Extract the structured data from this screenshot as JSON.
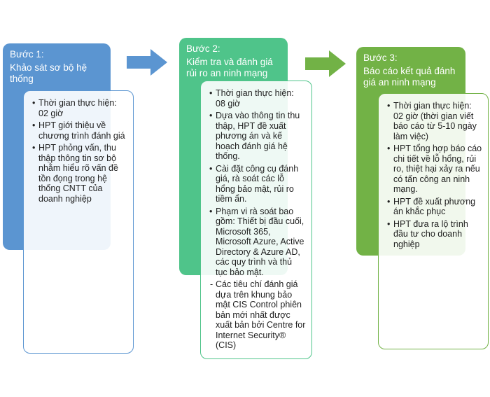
{
  "colors": {
    "step1": "#5b95d1",
    "step2": "#4fc48a",
    "step3": "#72b246",
    "arrow1": "#5b95d1",
    "arrow2": "#72b246"
  },
  "steps": [
    {
      "title": "Bước 1:",
      "subtitle": "Khảo sát sơ bộ hệ thống",
      "items": [
        {
          "text": "Thời gian thực hiện: 02 giờ",
          "dash": false
        },
        {
          "text": "HPT giới thiệu về chương trình đánh giá",
          "dash": false
        },
        {
          "text": "HPT phỏng vấn, thu thập thông tin sơ bộ nhằm hiểu rõ vấn đề tồn đọng trong hệ thống CNTT của doanh nghiệp",
          "dash": false
        }
      ]
    },
    {
      "title": "Bước 2:",
      "subtitle": "Kiểm tra và đánh giá rủi ro an ninh mạng",
      "items": [
        {
          "text": "Thời gian thực hiện: 08 giờ",
          "dash": false
        },
        {
          "text": "Dựa vào thông tin thu thập, HPT đề xuất phương án và kế hoạch đánh giá hệ thống.",
          "dash": false
        },
        {
          "text": "Cài đặt công cụ đánh giá, rà soát các lỗ hổng bảo mật, rủi ro tiềm ẩn.",
          "dash": false
        },
        {
          "text": "Phạm vi rà soát bao gồm: Thiết bị đầu cuối, Microsoft 365, Microsoft Azure, Active Directory & Azure AD, các quy trình và thủ tục bảo mật.",
          "dash": false
        },
        {
          "text": "Các tiêu chí đánh giá dựa trên khung bảo mật CIS Control phiên bản mới nhất được xuất bản bởi Centre for Internet Security® (CIS)",
          "dash": true
        }
      ]
    },
    {
      "title": "Bước 3:",
      "subtitle": "Báo cáo kết quả đánh giá an ninh mạng",
      "items": [
        {
          "text": "Thời gian thực hiện: 02 giờ (thời gian viết báo cáo từ 5-10 ngày làm việc)",
          "dash": false
        },
        {
          "text": "HPT tổng hợp báo cáo chi tiết về lỗ hổng, rủi ro, thiệt hại xảy ra nếu có tấn công an ninh mạng.",
          "dash": false
        },
        {
          "text": "HPT đề xuất phương án khắc phục",
          "dash": false
        },
        {
          "text": "HPT đưa ra lộ trình đầu tư cho doanh nghiệp",
          "dash": false
        }
      ]
    }
  ]
}
